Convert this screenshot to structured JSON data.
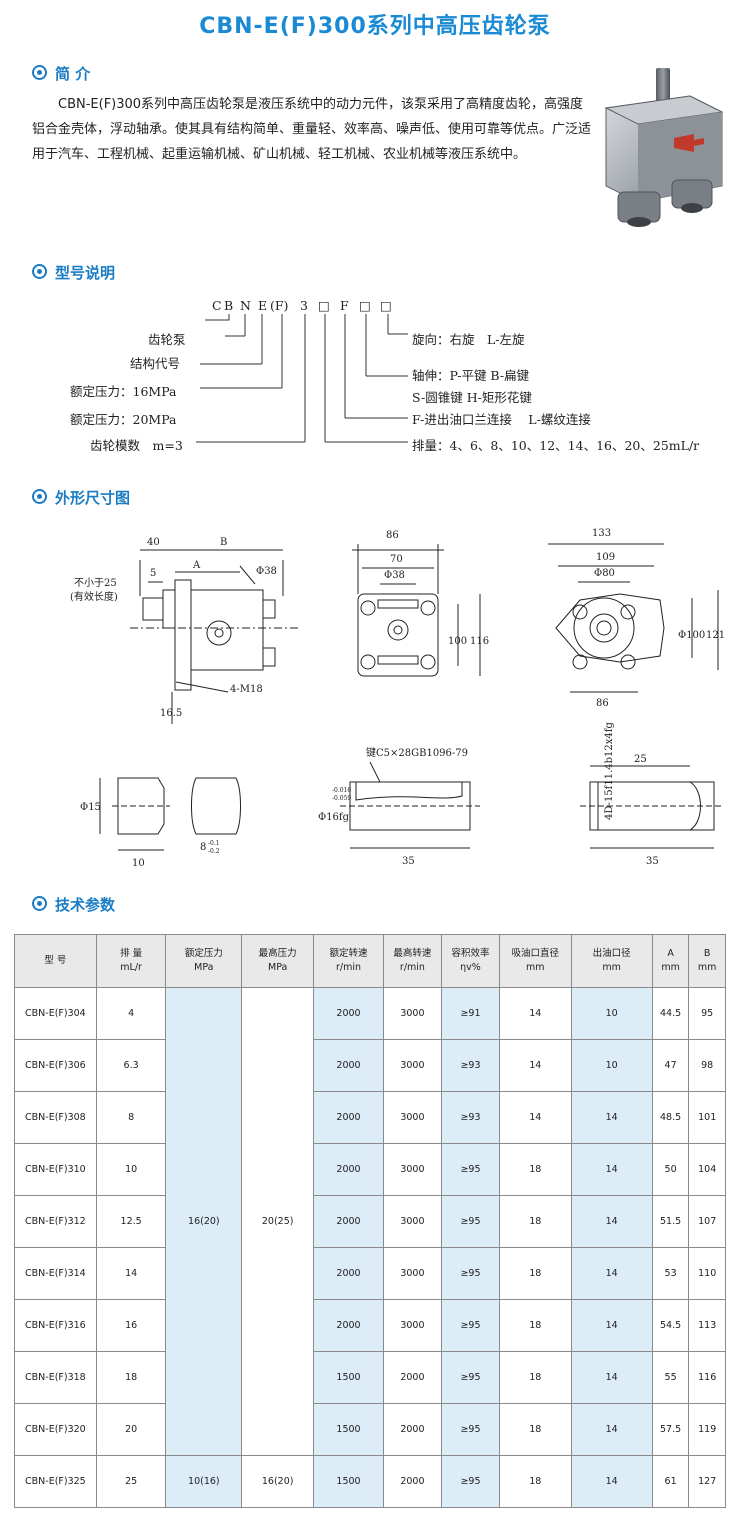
{
  "title": "CBN-E(F)300系列中高压齿轮泵",
  "sections": {
    "intro": "简 介",
    "model": "型号说明",
    "dims": "外形尺寸图",
    "tech": "技术参数"
  },
  "intro_text": "CBN-E(F)300系列中高压齿轮泵是液压系统中的动力元件，该泵采用了高精度齿轮，高强度铝合金壳体，浮动轴承。使其具有结构简单、重量轻、效率高、噪声低、使用可靠等优点。广泛适用于汽车、工程机械、起重运输机械、矿山机械、轻工机械、农业机械等液压系统中。",
  "model_code": [
    "C",
    "B",
    "N",
    "E",
    "(F)",
    "3",
    "□",
    "F",
    "□",
    "□"
  ],
  "model_left": [
    "齿轮泵",
    "结构代号",
    "额定压力：16MPa",
    "额定压力：20MPa",
    "齿轮模数　m=3"
  ],
  "model_right": [
    "旋向：右旋　L-左旋",
    "轴伸：P-平键 B-扁键",
    "S-圆锥键 H-矩形花键",
    "F-进出油口兰连接　 L-螺纹连接",
    "排量：4、6、8、10、12、14、16、20、25mL/r"
  ],
  "drawing_labels": {
    "d40": "40",
    "dB": "B",
    "d5": "5",
    "dA": "A",
    "phi38a": "Φ38",
    "note1": "不小于25",
    "note2": "(有效长度)",
    "m18": "4-M18",
    "d165": "16.5",
    "d86": "86",
    "d70": "70",
    "phi38b": "Φ38",
    "d100": "100",
    "d116": "116",
    "d133": "133",
    "d109": "109",
    "phi80": "Φ80",
    "phi100": "Φ100",
    "d121": "121",
    "d86b": "86",
    "phi15": "Φ15",
    "d10": "10",
    "d8": "8",
    "tolA": "-0.1",
    "tolB": "-0.2",
    "key": "键C5×28GB1096-79",
    "phi16": "Φ16fg",
    "tol16a": "-0.016",
    "tol16b": "-0.059",
    "d35a": "35",
    "spline": "4D-15f11.4b12x4fg",
    "d25": "25",
    "d35b": "35"
  },
  "table": {
    "headers": [
      [
        "型 号",
        ""
      ],
      [
        "排 量",
        "mL/r"
      ],
      [
        "额定压力",
        "MPa"
      ],
      [
        "最高压力",
        "MPa"
      ],
      [
        "额定转速",
        "r/min"
      ],
      [
        "最高转速",
        "r/min"
      ],
      [
        "容积效率",
        "ηv%"
      ],
      [
        "吸油口直径",
        "mm"
      ],
      [
        "出油口径",
        "mm"
      ],
      [
        "A",
        "mm"
      ],
      [
        "B",
        "mm"
      ]
    ],
    "merged_rated_pressure": "16(20)",
    "merged_max_pressure": "20(25)",
    "rows": [
      {
        "model": "CBN-E(F)304",
        "disp": "4",
        "rated_speed": "2000",
        "max_speed": "3000",
        "eff": "≥91",
        "in": "14",
        "out": "10",
        "A": "44.5",
        "B": "95"
      },
      {
        "model": "CBN-E(F)306",
        "disp": "6.3",
        "rated_speed": "2000",
        "max_speed": "3000",
        "eff": "≥93",
        "in": "14",
        "out": "10",
        "A": "47",
        "B": "98"
      },
      {
        "model": "CBN-E(F)308",
        "disp": "8",
        "rated_speed": "2000",
        "max_speed": "3000",
        "eff": "≥93",
        "in": "14",
        "out": "14",
        "A": "48.5",
        "B": "101"
      },
      {
        "model": "CBN-E(F)310",
        "disp": "10",
        "rated_speed": "2000",
        "max_speed": "3000",
        "eff": "≥95",
        "in": "18",
        "out": "14",
        "A": "50",
        "B": "104"
      },
      {
        "model": "CBN-E(F)312",
        "disp": "12.5",
        "rated_speed": "2000",
        "max_speed": "3000",
        "eff": "≥95",
        "in": "18",
        "out": "14",
        "A": "51.5",
        "B": "107"
      },
      {
        "model": "CBN-E(F)314",
        "disp": "14",
        "rated_speed": "2000",
        "max_speed": "3000",
        "eff": "≥95",
        "in": "18",
        "out": "14",
        "A": "53",
        "B": "110"
      },
      {
        "model": "CBN-E(F)316",
        "disp": "16",
        "rated_speed": "2000",
        "max_speed": "3000",
        "eff": "≥95",
        "in": "18",
        "out": "14",
        "A": "54.5",
        "B": "113"
      },
      {
        "model": "CBN-E(F)318",
        "disp": "18",
        "rated_speed": "1500",
        "max_speed": "2000",
        "eff": "≥95",
        "in": "18",
        "out": "14",
        "A": "55",
        "B": "116"
      },
      {
        "model": "CBN-E(F)320",
        "disp": "20",
        "rated_speed": "1500",
        "max_speed": "2000",
        "eff": "≥95",
        "in": "18",
        "out": "14",
        "A": "57.5",
        "B": "119"
      }
    ],
    "last_row": {
      "model": "CBN-E(F)325",
      "disp": "25",
      "rated": "10(16)",
      "max": "16(20)",
      "rated_speed": "1500",
      "max_speed": "2000",
      "eff": "≥95",
      "in": "18",
      "out": "14",
      "A": "61",
      "B": "127"
    }
  }
}
